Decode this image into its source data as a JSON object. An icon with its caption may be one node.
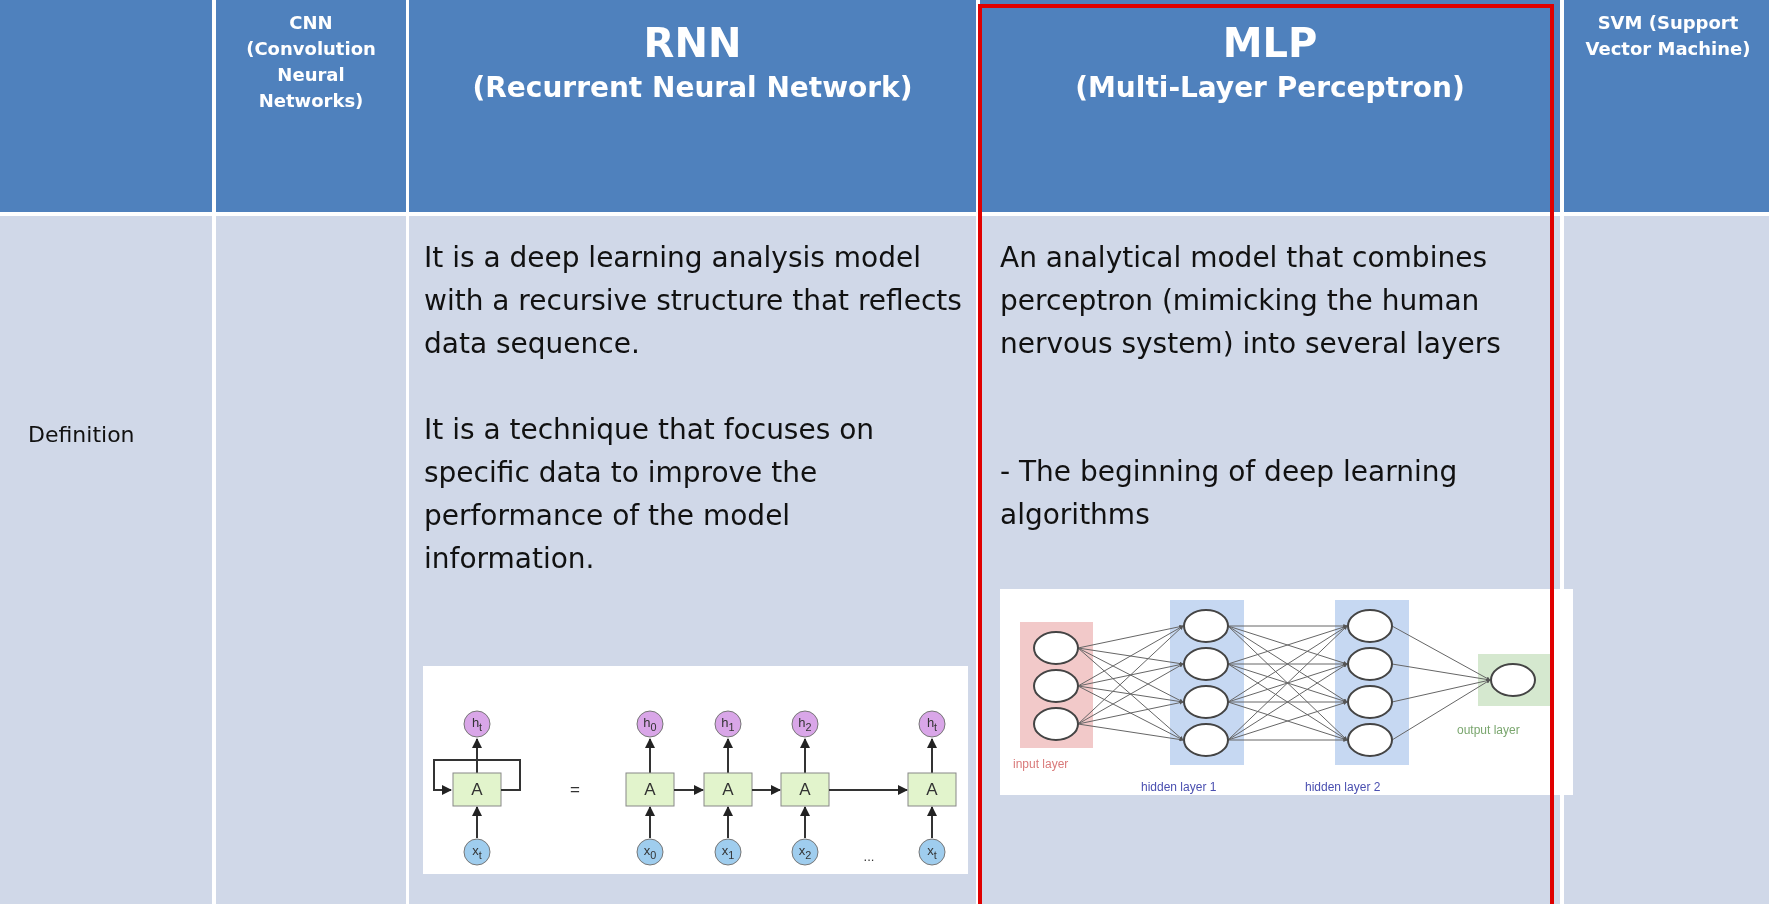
{
  "diagram": {
    "labels": [
      "CNN (Convolution Neural Networks)",
      "RNN",
      "(Recurrent Neural Network)",
      "MLP",
      "(Multi-Layer Perceptron)",
      "SVM (Support Vector Machine)",
      "Definition",
      "It is a deep learning analysis model with a recursive structure that reflects data sequence.",
      "It is a technique that focuses on specific data to improve the performance of the model information.",
      "An analytical model that combines perceptron (mimicking the human nervous system) into several layers",
      "- The beginning of deep learning algorithms",
      "h$_{t}$",
      "h$_{0}$",
      "h$_{1}$",
      "h$_{2}$",
      "h$_{t}$",
      "A",
      "=",
      "A",
      "A",
      "A",
      "A",
      "x$_{t}$",
      "x$_{0}$",
      "x$_{1}$",
      "x$_{2}$",
      "...",
      "x$_{t}$",
      "output layer",
      "input layer",
      "hidden layer 1",
      "hidden layer 2"
    ]
  }
}
